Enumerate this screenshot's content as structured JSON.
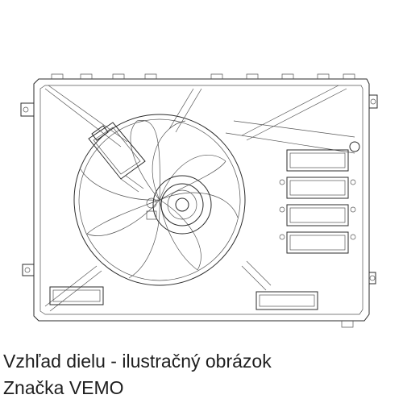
{
  "caption": {
    "line1": "Vzhľad dielu - ilustračný obrázok",
    "line2": "Značka VEMO"
  },
  "image": {
    "icon": "radiator-fan-assembly-drawing"
  }
}
